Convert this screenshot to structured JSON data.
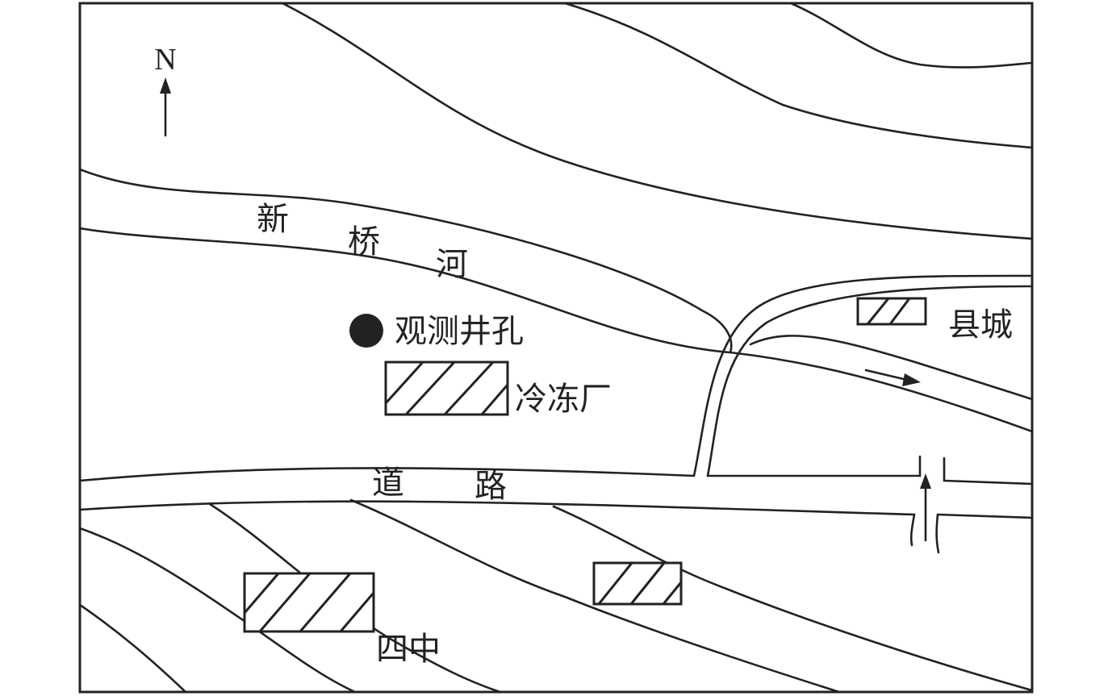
{
  "map": {
    "north_label": "N",
    "labels": {
      "river_chars": [
        "新",
        "桥",
        "河"
      ],
      "road_chars": [
        "道",
        "路"
      ],
      "well": "观测井孔",
      "cold_storage": "冷冻厂",
      "county_town": "县城",
      "fourth_school": "四中"
    },
    "icons": [
      "north-arrow-icon",
      "flow-arrow-icon",
      "observation-well-icon"
    ],
    "colors": {
      "ink": "#222222",
      "background": "#ffffff"
    }
  }
}
